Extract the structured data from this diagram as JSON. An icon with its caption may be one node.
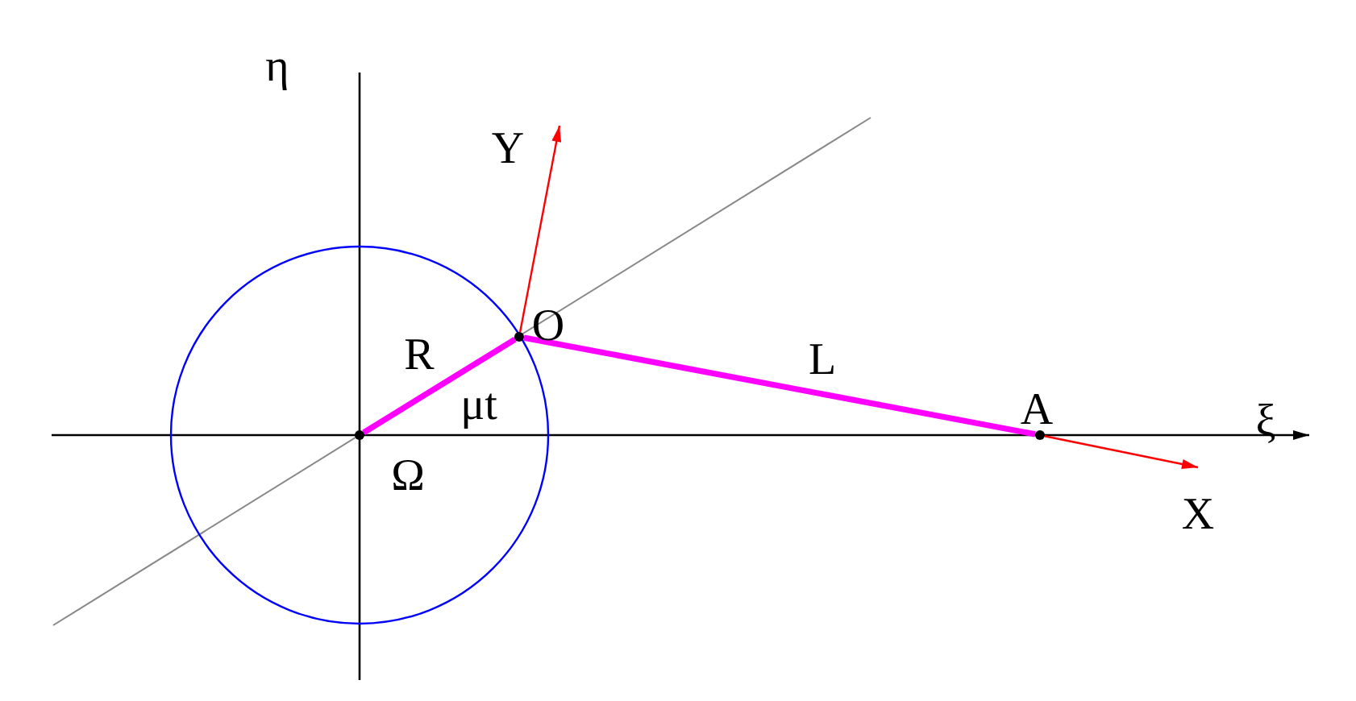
{
  "diagram": {
    "nodes": [
      {
        "text": [],
        "shape": "dot",
        "beside": [
          "Ω"
        ]
      },
      {
        "text": [],
        "shape": "dot",
        "beside": [
          "O"
        ]
      },
      {
        "text": [],
        "shape": "dot",
        "beside": [
          "A"
        ]
      }
    ],
    "edges": [
      {
        "from": 0,
        "to": 1,
        "arrow": "none",
        "label": "R",
        "style": "thick",
        "color": "#ff00ff"
      },
      {
        "from": 1,
        "to": 2,
        "arrow": "none",
        "label": "L",
        "style": "thick",
        "color": "#ff00ff"
      },
      {
        "from": 1,
        "to": null,
        "arrow": "to",
        "color": "#ff0000"
      },
      {
        "from": 2,
        "to": null,
        "arrow": "to",
        "color": "#ff0000"
      }
    ],
    "labels": [
      "η",
      "Y",
      "μt",
      "ξ",
      "X"
    ]
  }
}
